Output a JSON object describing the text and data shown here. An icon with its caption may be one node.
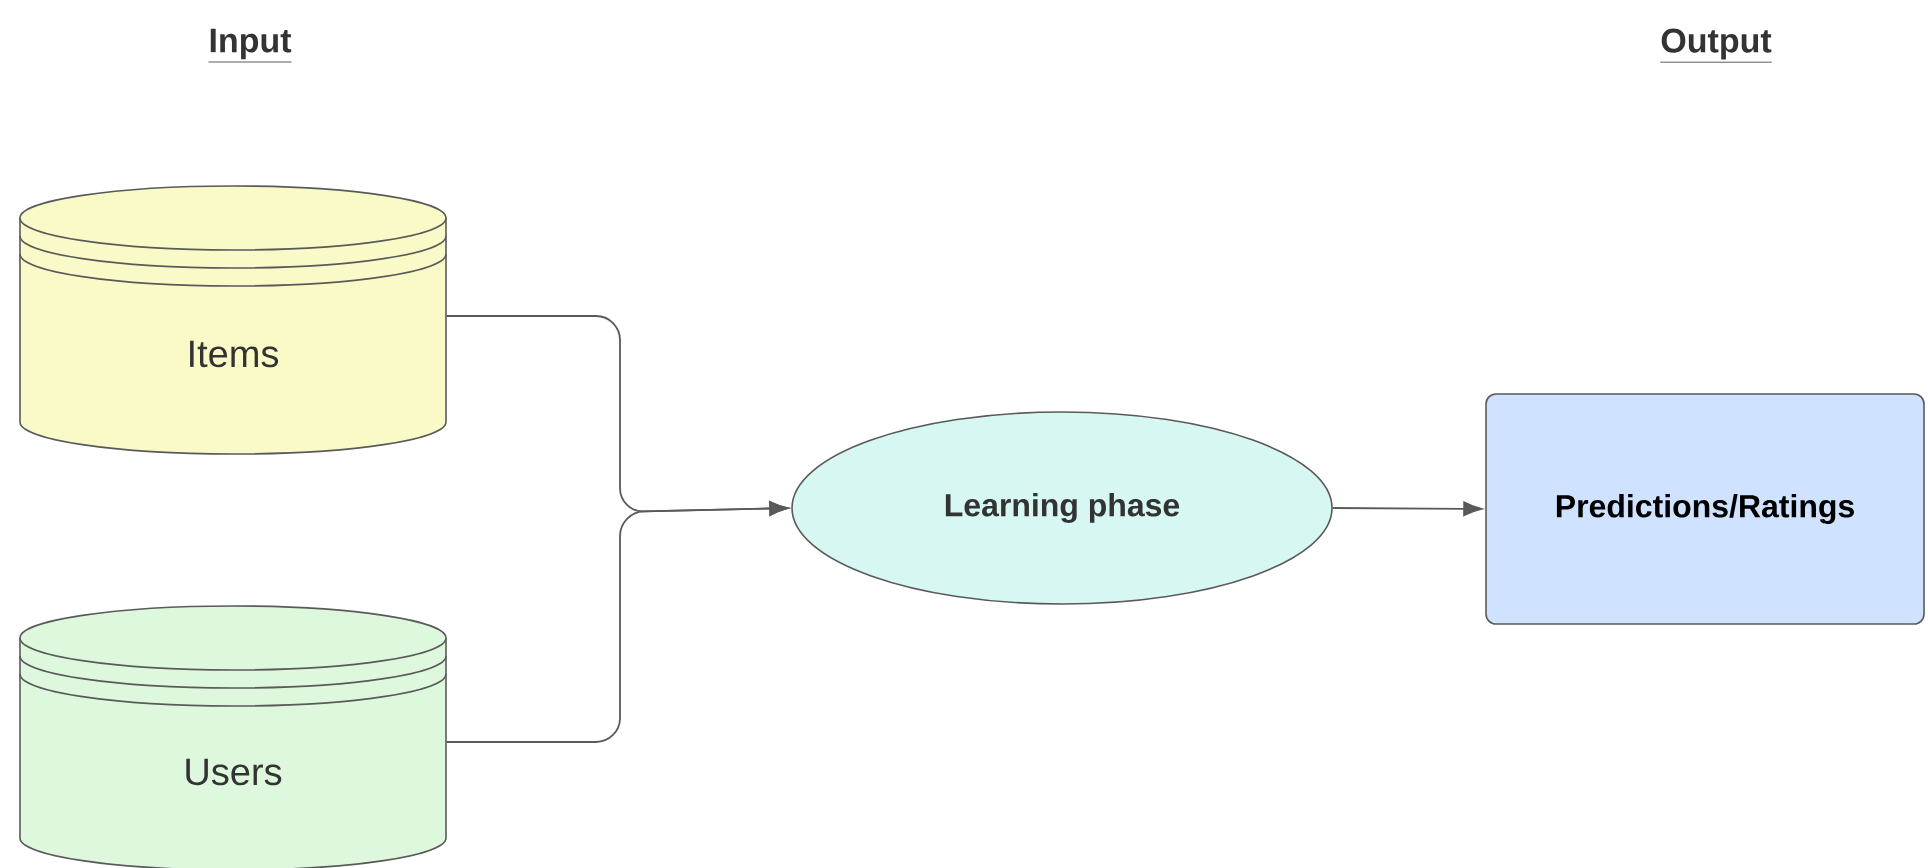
{
  "diagram": {
    "nodes": [
      {
        "text": [
          "Items"
        ]
      },
      {
        "text": [
          "Users"
        ]
      },
      {
        "text": [
          "Learning phase"
        ]
      },
      {
        "text": [
          "Predictions/Ratings"
        ]
      }
    ],
    "edges": [
      {
        "from": 0,
        "to": 2,
        "arrow": "to"
      },
      {
        "from": 1,
        "to": 2,
        "arrow": "to"
      },
      {
        "from": 2,
        "to": 3,
        "arrow": "to"
      }
    ],
    "labels": [
      "Input",
      "Output"
    ]
  }
}
